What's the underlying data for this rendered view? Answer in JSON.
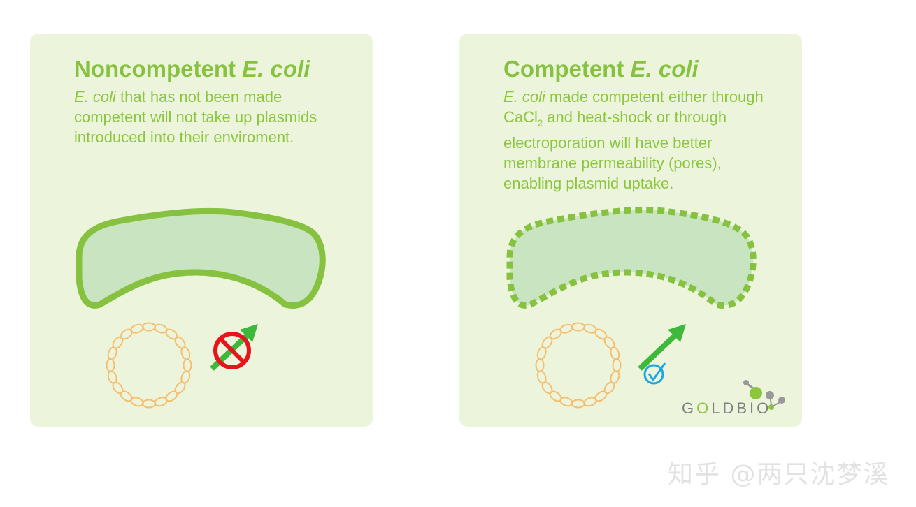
{
  "left_panel": {
    "title_plain": "Noncompetent ",
    "title_italic": "E. coli",
    "desc_italic": "E. coli",
    "desc_rest": " that has not been made competent will not take up plasmids introduced into their enviroment."
  },
  "right_panel": {
    "title_plain": "Competent ",
    "title_italic": "E. coli",
    "desc_italic": "E. coli",
    "desc_part1": " made competent either through CaCl",
    "desc_sub": "2",
    "desc_part2": " and heat-shock or through electroporation will have better membrane permeability (pores), enabling plasmid uptake."
  },
  "logo": {
    "g": "G",
    "o": "O",
    "rest": "LDBIO"
  },
  "watermark": "知乎 @两只沈梦溪",
  "colors": {
    "panel": "#ecf5dc",
    "text": "#8cc63f",
    "cell_fill": "#c8e4c0",
    "cell_stroke": "#86c23f",
    "plasmid": "#f5be6e",
    "arrow": "#3db83a",
    "blocked": "#e8141b",
    "check": "#1ea6e0"
  },
  "icons": [
    "plasmid-icon",
    "arrow-icon",
    "no-entry-icon",
    "check-circle-icon",
    "goldbio-logo"
  ]
}
